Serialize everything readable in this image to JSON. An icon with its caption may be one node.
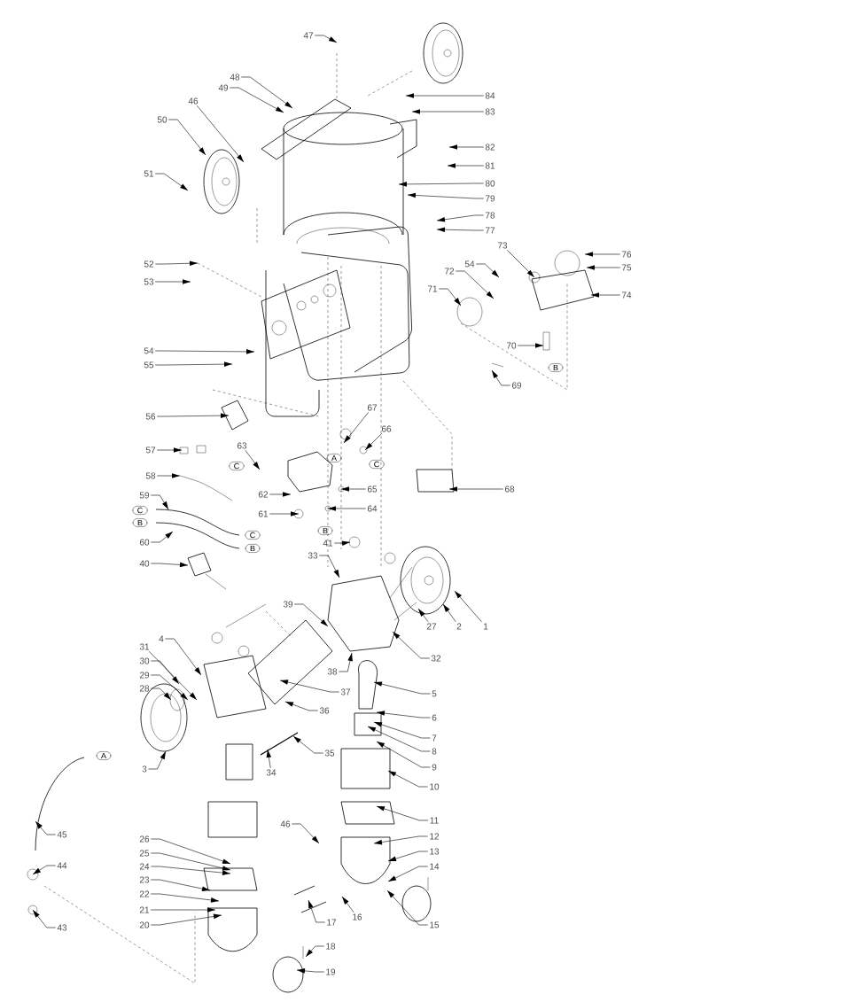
{
  "diagram": {
    "nodes": [
      {
        "text": [
          "47"
        ]
      },
      {
        "text": [
          "48"
        ]
      },
      {
        "text": [
          "49"
        ]
      },
      {
        "text": [
          "46"
        ]
      },
      {
        "text": [
          "84"
        ]
      },
      {
        "text": [
          "83"
        ]
      },
      {
        "text": [
          "50"
        ]
      },
      {
        "text": [
          "82"
        ]
      },
      {
        "text": [
          "81"
        ]
      },
      {
        "text": [
          "51"
        ]
      },
      {
        "text": [
          "80"
        ]
      },
      {
        "text": [
          "79"
        ]
      },
      {
        "text": [
          "78"
        ]
      },
      {
        "text": [
          "77"
        ]
      },
      {
        "text": [
          "73"
        ]
      },
      {
        "text": [
          "76"
        ]
      },
      {
        "text": [
          "52"
        ]
      },
      {
        "text": [
          "54"
        ]
      },
      {
        "text": [
          "75"
        ]
      },
      {
        "text": [
          "72"
        ]
      },
      {
        "text": [
          "53"
        ]
      },
      {
        "text": [
          "71"
        ]
      },
      {
        "text": [
          "74"
        ]
      },
      {
        "text": [
          "70"
        ]
      },
      {
        "text": [
          "54"
        ]
      },
      {
        "text": [
          "55"
        ]
      },
      {
        "text": [
          "B"
        ]
      },
      {
        "text": [
          "69"
        ]
      },
      {
        "text": [
          "67"
        ]
      },
      {
        "text": [
          "56"
        ]
      },
      {
        "text": [
          "66"
        ]
      },
      {
        "text": [
          "63"
        ]
      },
      {
        "text": [
          "57"
        ]
      },
      {
        "text": [
          "A"
        ]
      },
      {
        "text": [
          "C"
        ]
      },
      {
        "text": [
          "C"
        ]
      },
      {
        "text": [
          "58"
        ]
      },
      {
        "text": [
          "65"
        ]
      },
      {
        "text": [
          "68"
        ]
      },
      {
        "text": [
          "62"
        ]
      },
      {
        "text": [
          "59"
        ]
      },
      {
        "text": [
          "64"
        ]
      },
      {
        "text": [
          "C"
        ]
      },
      {
        "text": [
          "61"
        ]
      },
      {
        "text": [
          "B"
        ]
      },
      {
        "text": [
          "B"
        ]
      },
      {
        "text": [
          "C"
        ]
      },
      {
        "text": [
          "60"
        ]
      },
      {
        "text": [
          "41"
        ]
      },
      {
        "text": [
          "B"
        ]
      },
      {
        "text": [
          "33"
        ]
      },
      {
        "text": [
          "40"
        ]
      },
      {
        "text": [
          "39"
        ]
      },
      {
        "text": [
          "27"
        ]
      },
      {
        "text": [
          "2"
        ]
      },
      {
        "text": [
          "1"
        ]
      },
      {
        "text": [
          "4"
        ]
      },
      {
        "text": [
          "31"
        ]
      },
      {
        "text": [
          "32"
        ]
      },
      {
        "text": [
          "30"
        ]
      },
      {
        "text": [
          "38"
        ]
      },
      {
        "text": [
          "29"
        ]
      },
      {
        "text": [
          "37"
        ]
      },
      {
        "text": [
          "28"
        ]
      },
      {
        "text": [
          "5"
        ]
      },
      {
        "text": [
          "36"
        ]
      },
      {
        "text": [
          "6"
        ]
      },
      {
        "text": [
          "7"
        ]
      },
      {
        "text": [
          "35"
        ]
      },
      {
        "text": [
          "8"
        ]
      },
      {
        "text": [
          "34"
        ]
      },
      {
        "text": [
          "A"
        ]
      },
      {
        "text": [
          "9"
        ]
      },
      {
        "text": [
          "3"
        ]
      },
      {
        "text": [
          "10"
        ]
      },
      {
        "text": [
          "11"
        ]
      },
      {
        "text": [
          "46"
        ]
      },
      {
        "text": [
          "45"
        ]
      },
      {
        "text": [
          "12"
        ]
      },
      {
        "text": [
          "26"
        ]
      },
      {
        "text": [
          "13"
        ]
      },
      {
        "text": [
          "25"
        ]
      },
      {
        "text": [
          "44"
        ]
      },
      {
        "text": [
          "14"
        ]
      },
      {
        "text": [
          "24"
        ]
      },
      {
        "text": [
          "23"
        ]
      },
      {
        "text": [
          "22"
        ]
      },
      {
        "text": [
          "21"
        ]
      },
      {
        "text": [
          "17"
        ]
      },
      {
        "text": [
          "16"
        ]
      },
      {
        "text": [
          "15"
        ]
      },
      {
        "text": [
          "20"
        ]
      },
      {
        "text": [
          "43"
        ]
      },
      {
        "text": [
          "18"
        ]
      },
      {
        "text": [
          "19"
        ]
      }
    ],
    "edges": [
      {
        "from": 0,
        "to": null,
        "arrow": "to"
      },
      {
        "from": 1,
        "to": null,
        "arrow": "to"
      },
      {
        "from": 2,
        "to": null,
        "arrow": "to"
      },
      {
        "from": 3,
        "to": null,
        "arrow": "to"
      },
      {
        "from": 4,
        "to": null,
        "arrow": "to"
      },
      {
        "from": 5,
        "to": null,
        "arrow": "to"
      },
      {
        "from": 6,
        "to": null,
        "arrow": "to"
      },
      {
        "from": 7,
        "to": null,
        "arrow": "to"
      },
      {
        "from": 8,
        "to": null,
        "arrow": "to"
      },
      {
        "from": 9,
        "to": null,
        "arrow": "to"
      },
      {
        "from": 10,
        "to": null,
        "arrow": "to"
      },
      {
        "from": 11,
        "to": null,
        "arrow": "to"
      },
      {
        "from": 12,
        "to": null,
        "arrow": "to"
      },
      {
        "from": 13,
        "to": null,
        "arrow": "to"
      },
      {
        "from": 14,
        "to": null,
        "arrow": "to"
      },
      {
        "from": 15,
        "to": null,
        "arrow": "to"
      },
      {
        "from": 16,
        "to": null,
        "arrow": "to"
      },
      {
        "from": 17,
        "to": null,
        "arrow": "to"
      },
      {
        "from": 18,
        "to": null,
        "arrow": "to"
      },
      {
        "from": 19,
        "to": null,
        "arrow": "to"
      },
      {
        "from": 20,
        "to": null,
        "arrow": "to"
      },
      {
        "from": 21,
        "to": null,
        "arrow": "to"
      },
      {
        "from": 22,
        "to": null,
        "arrow": "to"
      },
      {
        "from": 23,
        "to": null,
        "arrow": "to"
      },
      {
        "from": 24,
        "to": null,
        "arrow": "to"
      },
      {
        "from": 25,
        "to": null,
        "arrow": "to"
      },
      {
        "from": 27,
        "to": null,
        "arrow": "to"
      },
      {
        "from": 28,
        "to": null,
        "arrow": "to"
      },
      {
        "from": 29,
        "to": null,
        "arrow": "to"
      },
      {
        "from": 30,
        "to": null,
        "arrow": "to"
      },
      {
        "from": 31,
        "to": null,
        "arrow": "to"
      },
      {
        "from": 32,
        "to": null,
        "arrow": "to"
      },
      {
        "from": 36,
        "to": null,
        "arrow": "to"
      },
      {
        "from": 37,
        "to": null,
        "arrow": "to"
      },
      {
        "from": 38,
        "to": null,
        "arrow": "to"
      },
      {
        "from": 39,
        "to": null,
        "arrow": "to"
      },
      {
        "from": 40,
        "to": null,
        "arrow": "to"
      },
      {
        "from": 41,
        "to": null,
        "arrow": "to"
      },
      {
        "from": 43,
        "to": null,
        "arrow": "to"
      },
      {
        "from": 47,
        "to": null,
        "arrow": "to"
      },
      {
        "from": 48,
        "to": null,
        "arrow": "to"
      },
      {
        "from": 50,
        "to": null,
        "arrow": "to"
      },
      {
        "from": 51,
        "to": null,
        "arrow": "to"
      },
      {
        "from": 52,
        "to": null,
        "arrow": "to"
      },
      {
        "from": 53,
        "to": null,
        "arrow": "to"
      },
      {
        "from": 54,
        "to": null,
        "arrow": "to"
      },
      {
        "from": 55,
        "to": null,
        "arrow": "to"
      },
      {
        "from": 56,
        "to": null,
        "arrow": "to"
      },
      {
        "from": 57,
        "to": null,
        "arrow": "to"
      },
      {
        "from": 58,
        "to": null,
        "arrow": "to"
      },
      {
        "from": 59,
        "to": null,
        "arrow": "to"
      },
      {
        "from": 60,
        "to": null,
        "arrow": "to"
      },
      {
        "from": 61,
        "to": null,
        "arrow": "to"
      },
      {
        "from": 62,
        "to": null,
        "arrow": "to"
      },
      {
        "from": 63,
        "to": null,
        "arrow": "to"
      },
      {
        "from": 64,
        "to": null,
        "arrow": "to"
      },
      {
        "from": 65,
        "to": null,
        "arrow": "to"
      },
      {
        "from": 66,
        "to": null,
        "arrow": "to"
      },
      {
        "from": 67,
        "to": null,
        "arrow": "to"
      },
      {
        "from": 68,
        "to": null,
        "arrow": "to"
      },
      {
        "from": 69,
        "to": null,
        "arrow": "to"
      },
      {
        "from": 70,
        "to": null,
        "arrow": "to"
      },
      {
        "from": 72,
        "to": null,
        "arrow": "to"
      },
      {
        "from": 73,
        "to": null,
        "arrow": "to"
      },
      {
        "from": 74,
        "to": null,
        "arrow": "to"
      },
      {
        "from": 75,
        "to": null,
        "arrow": "to"
      },
      {
        "from": 76,
        "to": null,
        "arrow": "to"
      },
      {
        "from": 77,
        "to": null,
        "arrow": "to"
      },
      {
        "from": 78,
        "to": null,
        "arrow": "to"
      },
      {
        "from": 79,
        "to": null,
        "arrow": "to"
      },
      {
        "from": 80,
        "to": null,
        "arrow": "to"
      },
      {
        "from": 81,
        "to": null,
        "arrow": "to"
      },
      {
        "from": 82,
        "to": null,
        "arrow": "to"
      },
      {
        "from": 83,
        "to": null,
        "arrow": "to"
      },
      {
        "from": 84,
        "to": null,
        "arrow": "to"
      },
      {
        "from": 85,
        "to": null,
        "arrow": "to"
      },
      {
        "from": 86,
        "to": null,
        "arrow": "to"
      },
      {
        "from": 87,
        "to": null,
        "arrow": "to"
      },
      {
        "from": 88,
        "to": null,
        "arrow": "to"
      },
      {
        "from": 89,
        "to": null,
        "arrow": "to"
      },
      {
        "from": 90,
        "to": null,
        "arrow": "to"
      },
      {
        "from": 91,
        "to": null,
        "arrow": "to"
      },
      {
        "from": 92,
        "to": null,
        "arrow": "to"
      },
      {
        "from": 93,
        "to": null,
        "arrow": "to"
      },
      {
        "from": 94,
        "to": null,
        "arrow": "to"
      }
    ]
  }
}
